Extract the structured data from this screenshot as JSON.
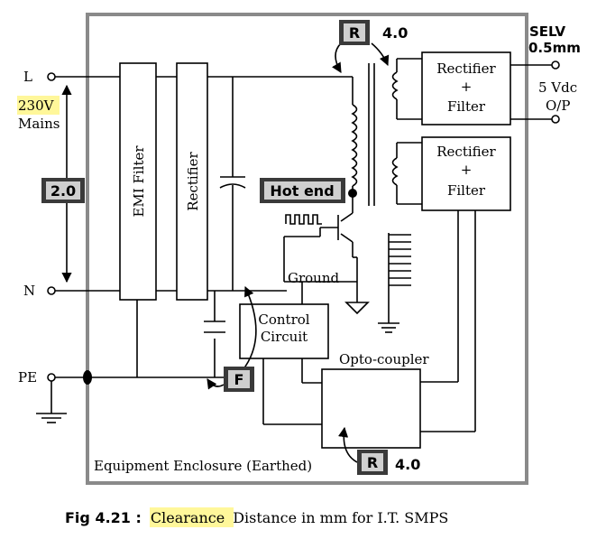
{
  "terminals": {
    "l": "L",
    "n": "N",
    "pe": "PE"
  },
  "mains": {
    "voltage": "230V",
    "label": "Mains"
  },
  "blocks": {
    "emi_filter": "EMI Filter",
    "rectifier": "Rectifier",
    "rectifier_filter_1": {
      "line1": "Rectifier",
      "line2": "+",
      "line3": "Filter"
    },
    "rectifier_filter_2": {
      "line1": "Rectifier",
      "line2": "+",
      "line3": "Filter"
    },
    "control_circuit": {
      "line1": "Control",
      "line2": "Circuit"
    }
  },
  "labels": {
    "hot_end": "Hot end",
    "ground": "Ground",
    "opto_coupler": "Opto-coupler",
    "enclosure": "Equipment Enclosure (Earthed)",
    "output_line1": "5 Vdc",
    "output_line2": "O/P"
  },
  "selv": {
    "line1": "SELV",
    "line2": "0.5mm"
  },
  "badges": {
    "r_top": {
      "letter": "R",
      "value": "4.0"
    },
    "r_bottom": {
      "letter": "R",
      "value": "4.0"
    },
    "mains_clearance": "2.0",
    "f": "F"
  },
  "caption": {
    "prefix": "Fig 4.21 :",
    "highlight": "Clearance",
    "rest": "Distance in mm for I.T. SMPS"
  },
  "colors": {
    "line": "#000000",
    "enclosure": "#8a8a8a",
    "badge_fill": "#3a3a3a",
    "badge_text_bg": "#cfcfcf",
    "highlight": "#fff79a"
  }
}
